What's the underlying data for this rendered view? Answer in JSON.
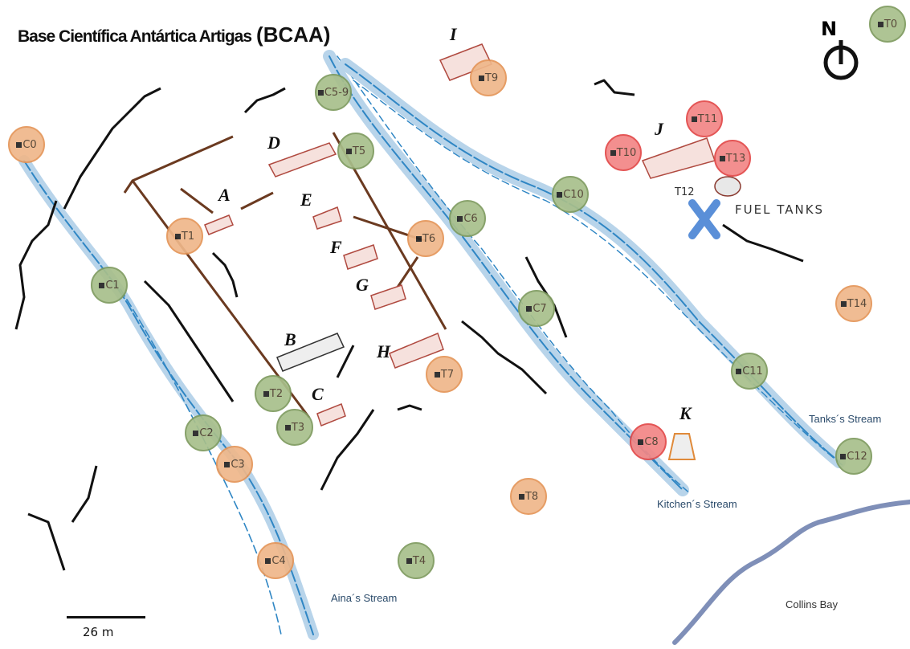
{
  "title": {
    "main": "Base Científica Antártica Artigas",
    "abbr": "(BCAA)"
  },
  "compass": {
    "label": "N",
    "icon": "north-arrow-icon"
  },
  "scale_bar": {
    "label": "26 m"
  },
  "legend_colors": {
    "orange": "#efb78a",
    "green": "#a8bf8b",
    "red": "#f28686",
    "water": "#2f86c4"
  },
  "sites": {
    "T0": "T0",
    "C0": "C0",
    "C5_9": "C5-9",
    "T9": "T9",
    "T5": "T5",
    "T11": "T11",
    "T10": "T10",
    "T13": "T13",
    "C10": "C10",
    "C6": "C6",
    "T1": "T1",
    "T6": "T6",
    "C1": "C1",
    "C7": "C7",
    "T14": "T14",
    "C11": "C11",
    "T7": "T7",
    "T2": "T2",
    "T3": "T3",
    "C2": "C2",
    "C3": "C3",
    "C8": "C8",
    "C12": "C12",
    "T8": "T8",
    "C4": "C4",
    "T4": "T4",
    "T12": "T12"
  },
  "buildings": [
    "A",
    "B",
    "C",
    "D",
    "E",
    "F",
    "G",
    "H",
    "I",
    "J",
    "K"
  ],
  "features": {
    "fuel_tanks": "FUEL TANKS",
    "aina_stream": "Aina´s Stream",
    "kitchen_stream": "Kitchen´s Stream",
    "tanks_stream": "Tanks´s Stream",
    "collins_bay": "Collins Bay"
  }
}
